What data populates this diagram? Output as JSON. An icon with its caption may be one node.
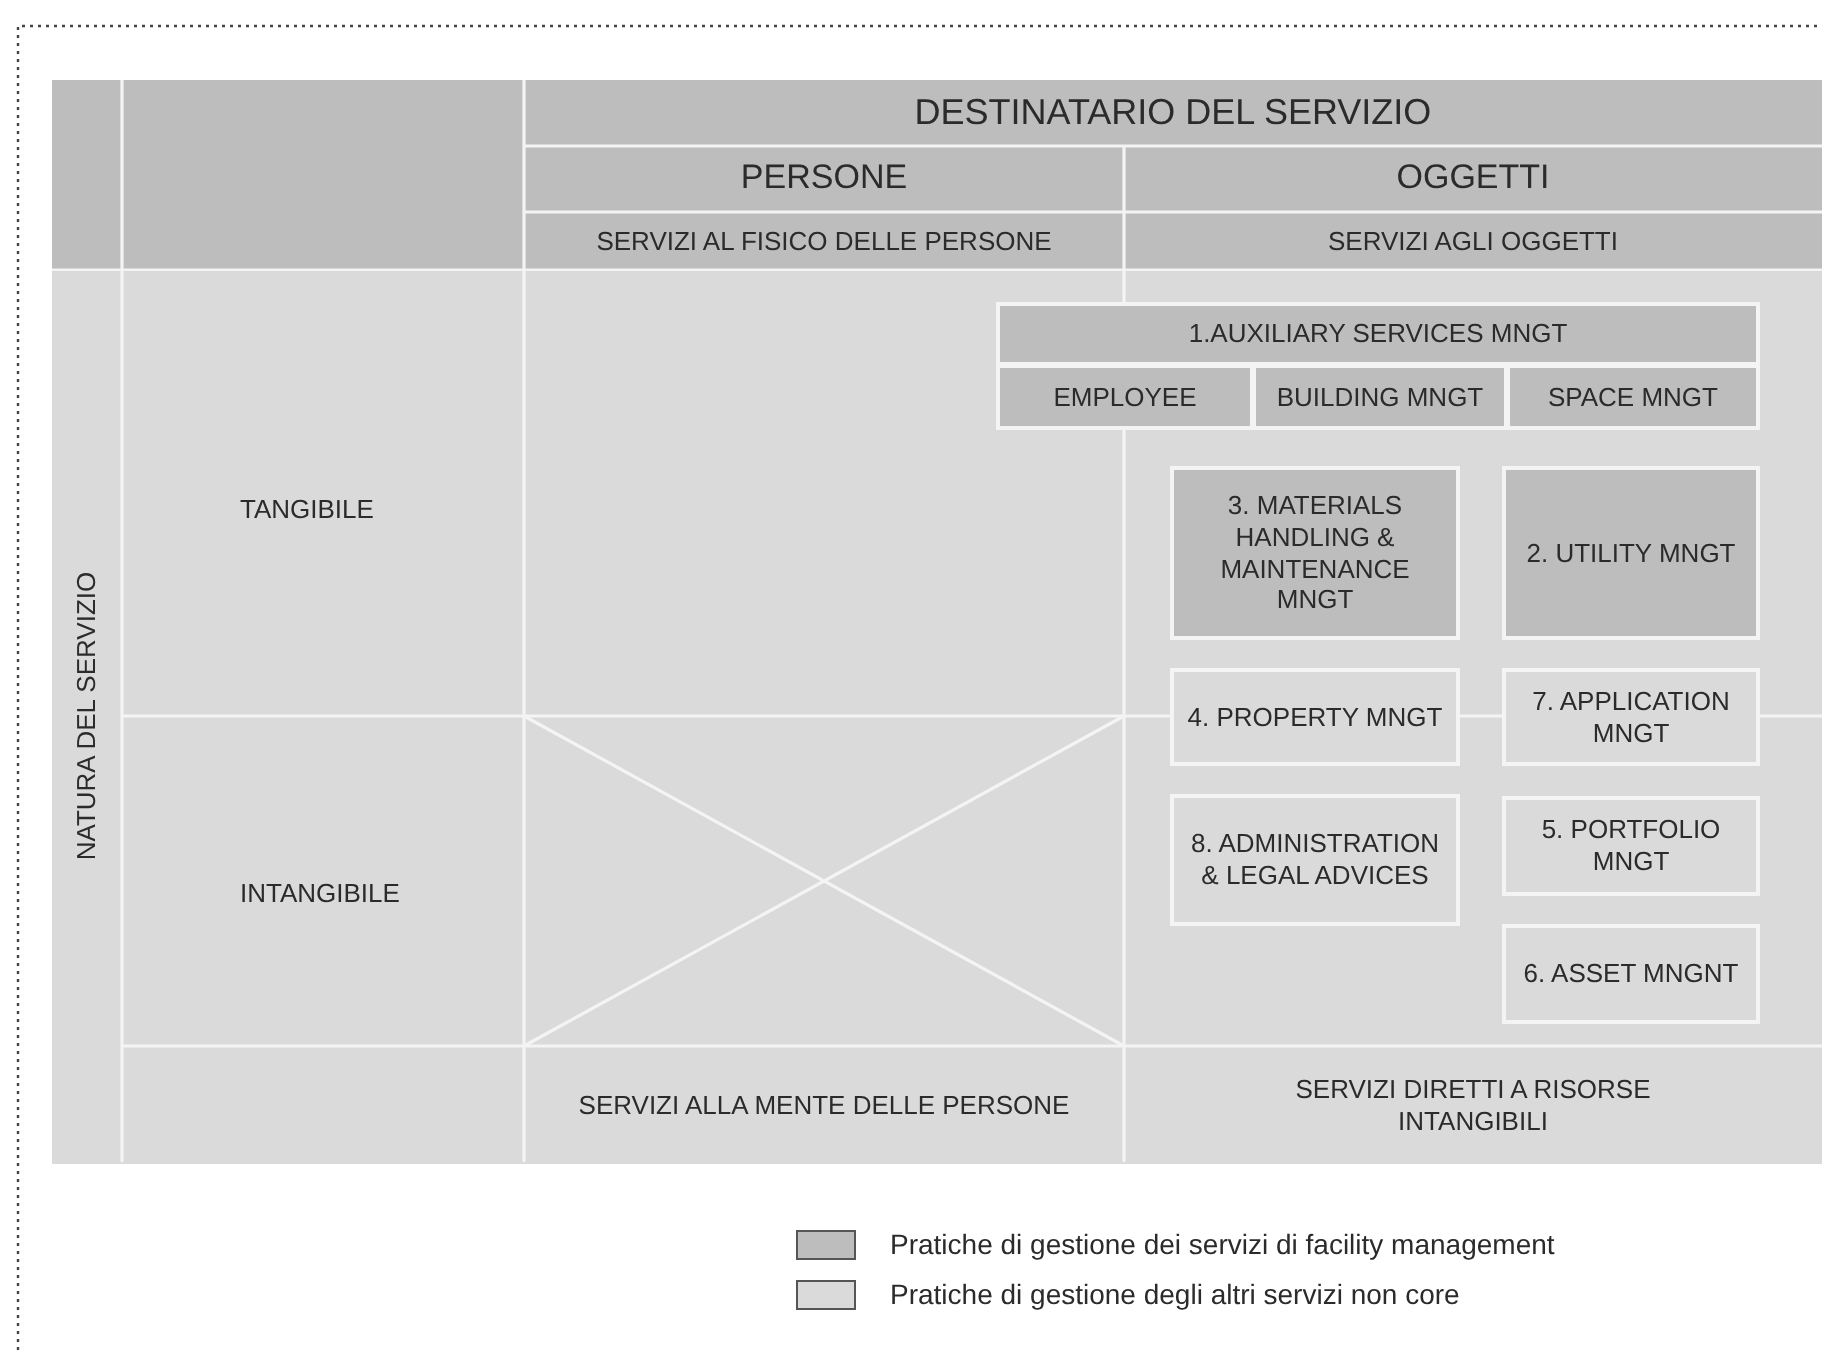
{
  "diagram": {
    "nodes": [
      {
        "text": [
          "1.AUXILIARY SERVICES MNGT"
        ]
      },
      {
        "text": [
          "EMPLOYEE"
        ]
      },
      {
        "text": [
          "BUILDING MNGT"
        ]
      },
      {
        "text": [
          "SPACE MNGT"
        ]
      },
      {
        "text": [
          "3. MATERIALS HANDLING & MAINTENANCE MNGT"
        ]
      },
      {
        "text": [
          "2. UTILITY MNGT"
        ]
      },
      {
        "text": [
          "4. PROPERTY MNGT"
        ]
      },
      {
        "text": [
          "7. APPLICATION MNGT"
        ]
      },
      {
        "text": [
          "8. ADMINISTRATION & LEGAL ADVICES"
        ]
      },
      {
        "text": [
          "5. PORTFOLIO MNGT"
        ]
      },
      {
        "text": [
          "6. ASSET MNGNT"
        ]
      }
    ],
    "labels": [
      "DESTINATARIO DEL SERVIZIO",
      "PERSONE",
      "OGGETTI",
      "SERVIZI AL FISICO DELLE PERSONE",
      "SERVIZI AGLI OGGETTI",
      "NATURA DEL SERVIZIO",
      "TANGIBILE",
      "INTANGIBILE",
      "SERVIZI ALLA MENTE DELLE PERSONE",
      "SERVIZI DIRETTI A RISORSE INTANGIBILI"
    ],
    "legend": [
      {
        "text": "Pratiche di gestione dei servizi di facility management",
        "color": "#bdbdbd"
      },
      {
        "text": "Pratiche di gestione degli altri servizi non core",
        "color": "#dadada"
      }
    ]
  }
}
